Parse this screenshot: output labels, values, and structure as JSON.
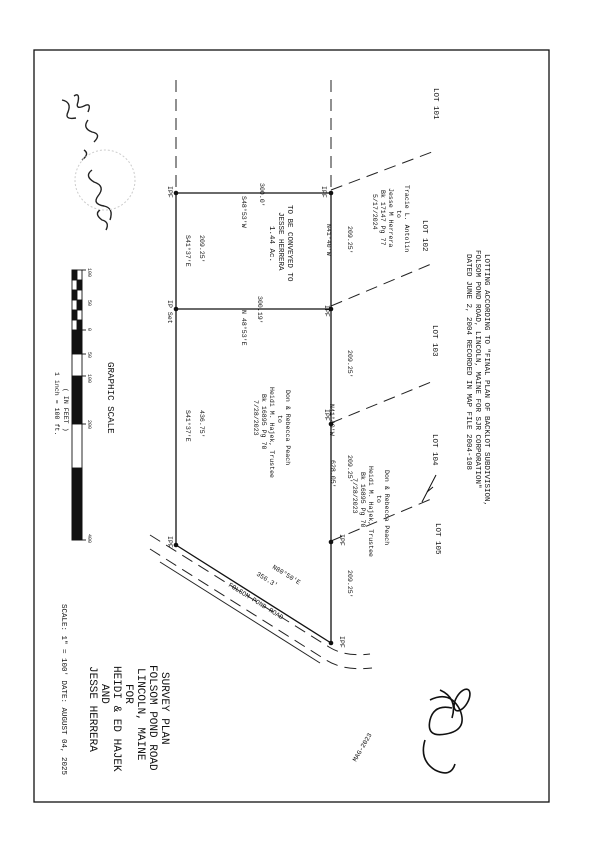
{
  "notes": {
    "lotting": [
      "LOTTING ACCORDING TO \"FINAL PLAN OF BACKLOT SUBDIVISION,",
      "FOLSOM POND ROAD, LINCOLN, MAINE FOR SJR CORPORATION\"",
      "DATED JUNE 2, 2004 RECORDED IN MAP FILE 2004-108"
    ]
  },
  "lots": {
    "lot101": "LOT 101",
    "lot102": "LOT 102",
    "lot103": "LOT 103",
    "lot104": "LOT 104",
    "lot105": "LOT 105"
  },
  "owners": {
    "antolin": [
      "Tracie L. Antolin",
      "to",
      "Jesse M Herrera",
      "Bk 17147 Pg 77",
      "5/17/2024"
    ],
    "peach_inner": [
      "Don & Rebecca Peach",
      "to",
      "Heidi M. Hajek, Trustee",
      "Bk 16895 Pg 70",
      "7/28/2023"
    ],
    "peach_outer": [
      "Don & Rebecca Peach",
      "to",
      "Heidi M. Hajek, Trustee",
      "Bk 16895 Pg 70",
      "7/28/2023"
    ],
    "conveyed": [
      "TO BE CONVEYED TO",
      "JESSE HERRERA",
      "1.44 Ac."
    ]
  },
  "bearings": {
    "top_seg1": "300.0'",
    "top_seg1_brg": "S48°53'W",
    "mid_seg1": "300.19'",
    "mid_seg1_brg": "N 48°53'E",
    "right_brg1": "N41°40'W",
    "right_d1": "209.25'",
    "right_d2": "209.25'",
    "right_brg2": "N41°40'W",
    "right_d3": "209.25'",
    "right_total": "628.05'",
    "right_d4": "209.25'",
    "left_brg1": "S41°37'E",
    "left_d1": "209.25'",
    "left_brg2": "S41°37'E",
    "left_d2": "436.75'",
    "road_brg": "N80°50'E",
    "road_d": "356.3'",
    "road_name": "FOLSOM POND ROAD"
  },
  "pins": {
    "ipf": "IPF",
    "ip_set": "IP Set"
  },
  "scale": {
    "title": "GRAPHIC SCALE",
    "ticks": [
      "100",
      "50",
      "0",
      "50",
      "100",
      "200",
      "400"
    ],
    "unit": "( IN FEET )",
    "ratio": "1 inch = 100 ft."
  },
  "title_block": {
    "lines": [
      "SURVEY PLAN",
      "FOLSOM POND ROAD",
      "LINCOLN, MAINE",
      "FOR",
      "HEIDI & ED HAJEK",
      "AND",
      "JESSE HERRERA"
    ],
    "footer": "SCALE: 1\" = 100'  DATE: AUGUST 04, 2025"
  },
  "seal": "MAG-2023"
}
